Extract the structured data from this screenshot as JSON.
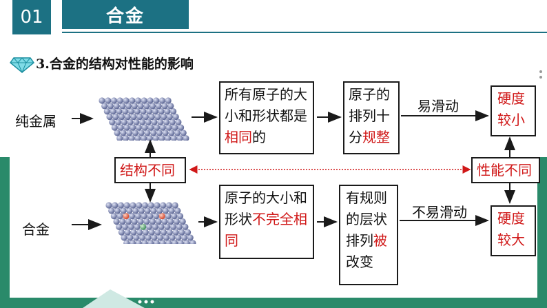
{
  "header": {
    "section_number": "01",
    "title": "合金"
  },
  "subtitle": "3.合金的结构对性能的影响",
  "pure_metal": {
    "label": "纯金属",
    "box1": {
      "part1": "所有原子的大小和形状都是",
      "highlight": "相同",
      "part2": "的"
    },
    "box2": {
      "part1": "原子的排列十分",
      "highlight": "规整"
    },
    "arrow_label": "易滑动",
    "result": "硬度较小"
  },
  "alloy": {
    "label": "合金",
    "box1": {
      "part1": "原子的大小和形状",
      "highlight": "不完全相同"
    },
    "box2": {
      "part1": "有规则的层状排列",
      "highlight": "被",
      "part2": "改变"
    },
    "arrow_label": "不易滑动",
    "result": "硬度较大"
  },
  "structure_diff": "结构不同",
  "property_diff": "性能不同",
  "colors": {
    "theme": "#1c7183",
    "accent_green": "#2a8a6a",
    "highlight_red": "#d01818"
  },
  "icons": [
    "diamond-icon"
  ]
}
